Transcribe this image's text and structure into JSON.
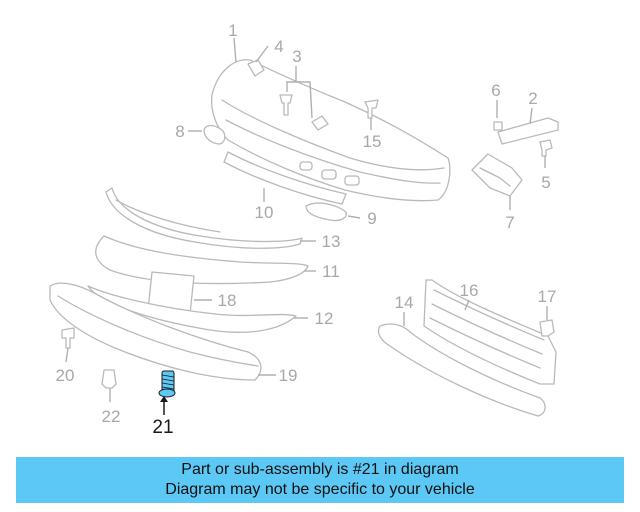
{
  "diagram": {
    "callouts": [
      "1",
      "2",
      "3",
      "4",
      "5",
      "6",
      "7",
      "8",
      "9",
      "10",
      "11",
      "12",
      "13",
      "14",
      "15",
      "16",
      "17",
      "18",
      "19",
      "20",
      "21",
      "22"
    ],
    "highlighted_part": "21",
    "highlight_color": "#5bc8f5",
    "line_color": "#b9b9b9"
  },
  "banner": {
    "line1": "Part or sub-assembly is #21 in diagram",
    "line2": "Diagram may not be specific to your vehicle",
    "background": "#5bc8f5"
  }
}
